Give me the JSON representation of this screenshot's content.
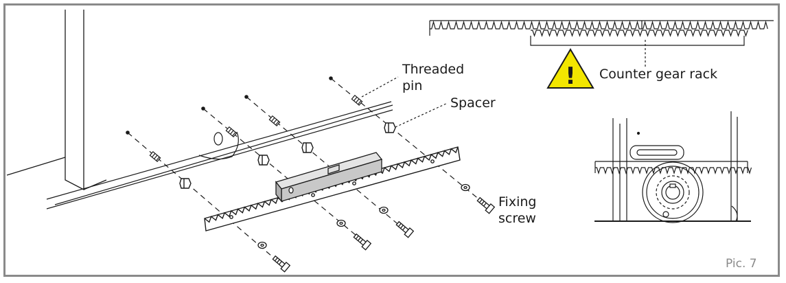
{
  "labels": {
    "threaded_pin_line1": "Threaded",
    "threaded_pin_line2": "pin",
    "spacer": "Spacer",
    "fixing_screw_line1": "Fixing",
    "fixing_screw_line2": "screw",
    "counter_gear_rack": "Counter gear rack",
    "warning_symbol": "!",
    "pic_number": "Pic. 7"
  },
  "colors": {
    "frame": "#8a8a8a",
    "line": "#1a1a1a",
    "warning_fill": "#f2e600",
    "spirit_level": "#c8c8c8"
  },
  "icons": [
    "warning-triangle-icon"
  ]
}
